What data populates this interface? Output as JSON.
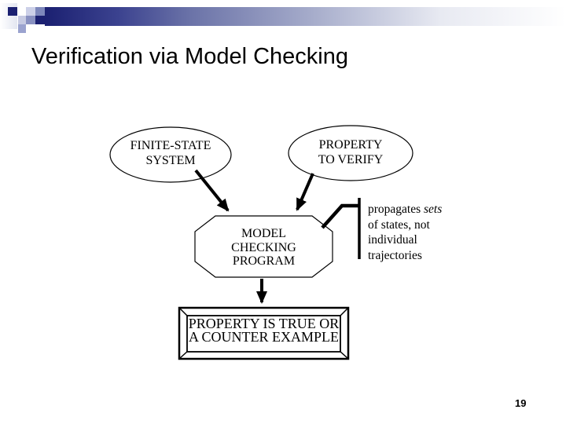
{
  "slide": {
    "title": "Verification via Model Checking",
    "page_number": "19"
  },
  "theme": {
    "background": "#ffffff",
    "diagram_stroke": "#000000",
    "text_color": "#000000",
    "header_bar_start": "#1b2071",
    "header_bar_mid": "#6b73a8",
    "header_bar_end": "#ffffff",
    "square_dark_navy": "#1b2071",
    "square_light_lavender": "#ccd0e8",
    "square_medium_blue": "#7d87bb",
    "square_lavender": "#9ba3cf"
  },
  "diagram": {
    "finite_state_system": {
      "lines": [
        "FINITE-STATE",
        "SYSTEM"
      ]
    },
    "property_to_verify": {
      "lines": [
        "PROPERTY",
        "TO VERIFY"
      ]
    },
    "model_checking_program": {
      "lines": [
        "MODEL",
        "CHECKING",
        "PROGRAM"
      ]
    },
    "result_box": {
      "lines": [
        "PROPERTY IS TRUE OR",
        "A COUNTER EXAMPLE"
      ]
    },
    "annotation": {
      "prefix": "propagates ",
      "italic": "sets",
      "rest_lines": [
        "of states, not",
        "individual",
        "trajectories"
      ]
    }
  }
}
